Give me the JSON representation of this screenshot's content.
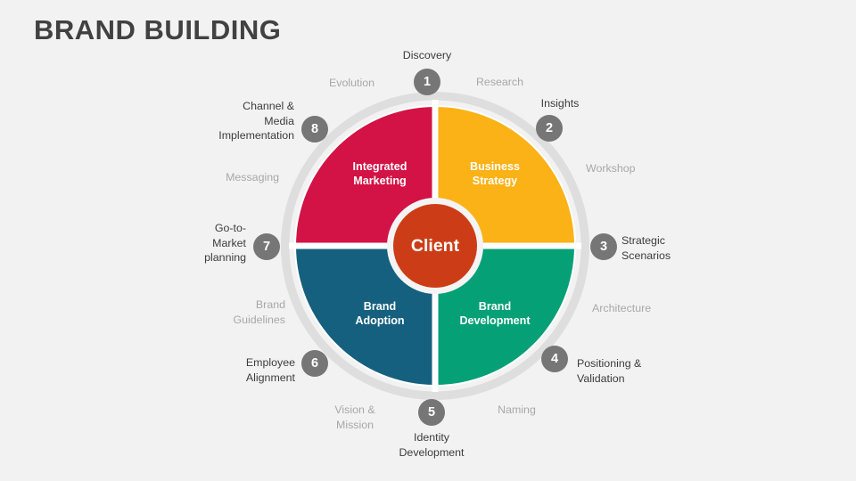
{
  "slide": {
    "title": "BRAND BUILDING",
    "background_color": "#F2F2F2",
    "title_color": "#414141"
  },
  "colors": {
    "red": "#D31245",
    "amber": "#FBB216",
    "green": "#06A077",
    "blue": "#15607E",
    "center": "#CC3D17",
    "badge": "#767676",
    "ring": "#DEDEDE",
    "gap": "#FFFFFF",
    "label_major": "#3C3C3C",
    "label_minor": "#A8A8A8"
  },
  "center": {
    "label": "Client"
  },
  "quadrants": [
    {
      "key": "integrated-marketing",
      "label": "Integrated\nMarketing",
      "color": "#D31245",
      "position": "top-left"
    },
    {
      "key": "business-strategy",
      "label": "Business\nStrategy",
      "color": "#FBB216",
      "position": "top-right"
    },
    {
      "key": "brand-development",
      "label": "Brand\nDevelopment",
      "color": "#06A077",
      "position": "bottom-right"
    },
    {
      "key": "brand-adoption",
      "label": "Brand\nAdoption",
      "color": "#15607E",
      "position": "bottom-left"
    }
  ],
  "steps": [
    {
      "number": "1",
      "label": "Discovery"
    },
    {
      "number": "2",
      "label": "Insights"
    },
    {
      "number": "3",
      "label": "Strategic\nScenarios"
    },
    {
      "number": "4",
      "label": "Positioning &\nValidation"
    },
    {
      "number": "5",
      "label": "Identity\nDevelopment"
    },
    {
      "number": "6",
      "label": "Employee\nAlignment"
    },
    {
      "number": "7",
      "label": "Go-to-\nMarket\nplanning"
    },
    {
      "number": "8",
      "label": "Channel &\nMedia\nImplementation"
    }
  ],
  "sub_labels": [
    {
      "key": "research",
      "label": "Research"
    },
    {
      "key": "workshop",
      "label": "Workshop"
    },
    {
      "key": "architecture",
      "label": "Architecture"
    },
    {
      "key": "naming",
      "label": "Naming"
    },
    {
      "key": "vision-mission",
      "label": "Vision &\nMission"
    },
    {
      "key": "brand-guidelines",
      "label": "Brand\nGuidelines"
    },
    {
      "key": "messaging",
      "label": "Messaging"
    },
    {
      "key": "evolution",
      "label": "Evolution"
    }
  ]
}
